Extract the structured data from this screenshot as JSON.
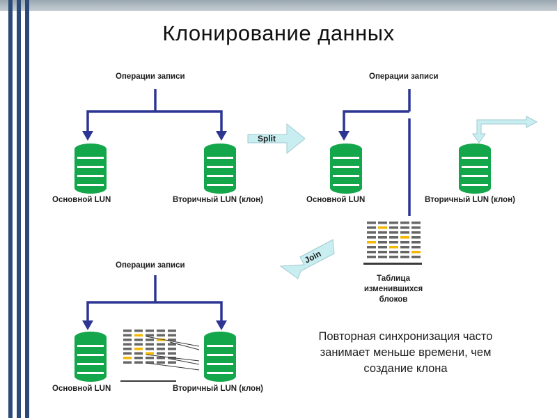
{
  "title": "Клонирование данных",
  "labels": {
    "write_ops": "Операции записи",
    "primary_lun": "Основной LUN",
    "secondary_lun": "Вторичный LUN  (клон)",
    "split": "Split",
    "join": "Join",
    "changed_blocks_table": "Таблица изменившихся блоков"
  },
  "note": "Повторная синхронизация часто занимает меньше времени, чем создание клона",
  "colors": {
    "database": "#13a64a",
    "write_arrow": "#2c3592",
    "split_join_arrow": "#c9eef1",
    "changed_block": "#f5b800",
    "block": "#666666"
  }
}
